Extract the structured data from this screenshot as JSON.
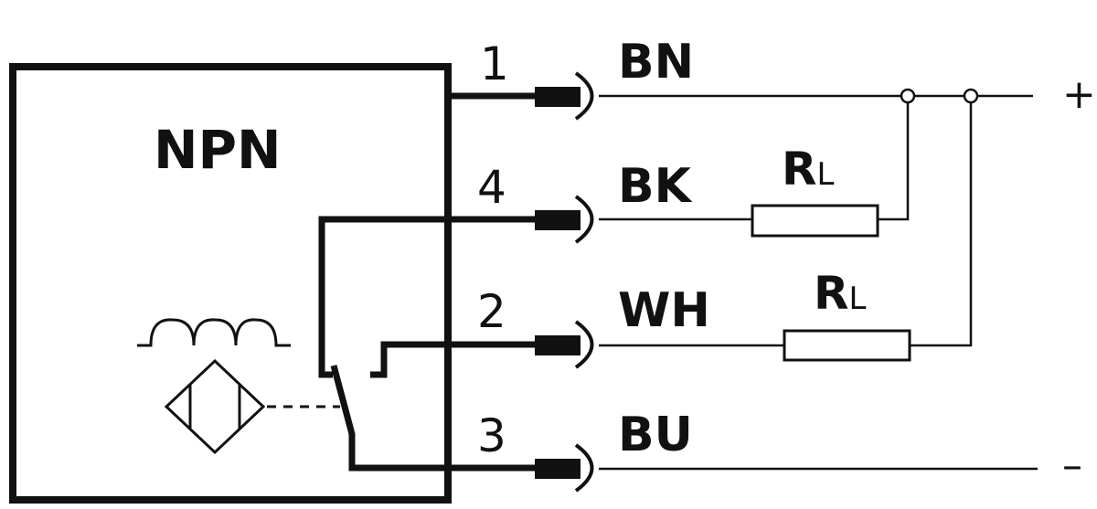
{
  "sensor": {
    "type_label": "NPN"
  },
  "pins": [
    {
      "number": "1",
      "color_code": "BN"
    },
    {
      "number": "4",
      "color_code": "BK"
    },
    {
      "number": "2",
      "color_code": "WH"
    },
    {
      "number": "3",
      "color_code": "BU"
    }
  ],
  "loads": [
    {
      "label_main": "R",
      "label_sub": "L"
    },
    {
      "label_main": "R",
      "label_sub": "L"
    }
  ],
  "supply": {
    "positive": "+",
    "negative": "–"
  }
}
